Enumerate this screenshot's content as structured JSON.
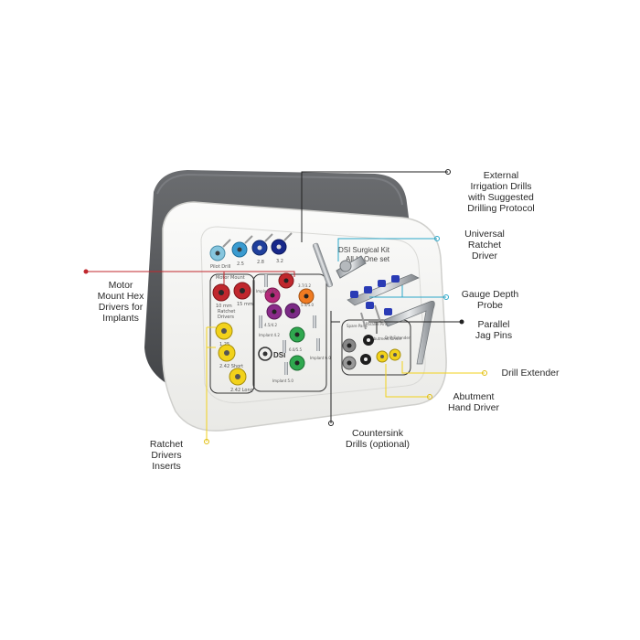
{
  "colors": {
    "red": "#c0272d",
    "black": "#222222",
    "cyan": "#2aa7c9",
    "yellow": "#f2d21b",
    "lid": "#55575a",
    "tray": "#f6f6f4"
  },
  "tray": {
    "kit_name_line1": "DSI Surgical Kit",
    "kit_name_line2": "All In One set",
    "logo_text": "DSI",
    "drill_labels": [
      "Pilot Drill",
      "2.5",
      "2.8",
      "3.2"
    ],
    "motor_mount_heading": "Motor Mount",
    "motor_mount_labels": [
      "10 mm",
      "15 mm"
    ],
    "ratchet_heading_line1": "Ratchet",
    "ratchet_heading_line2": "Drivers",
    "ratchet_labels": [
      "1.25",
      "2.42 Short",
      "2.42 Long"
    ],
    "implant_labels": [
      "Implant 3.5",
      "Implant 4.2",
      "Implant 5.0",
      "Implant 6.0"
    ],
    "protocol_labels": [
      "3.7/3.2",
      "4.5/4.2",
      "5.5/5.0",
      "6.0/5.5"
    ],
    "spare_labels": [
      "Spare Parts",
      "Parallel Pins",
      "Abutment Driver",
      "Drill Extender"
    ]
  },
  "callouts": {
    "external_irrigation": "External\nIrrigation Drills\nwith Suggested\nDrilling Protocol",
    "universal_ratchet": "Universal\nRatchet\nDriver",
    "gauge_depth": "Gauge Depth\nProbe",
    "parallel_jag": "Parallel\nJag Pins",
    "drill_extender": "Drill Extender",
    "abutment_driver": "Abutment\nHand Driver",
    "countersink": "Countersink\nDrills (optional)",
    "motor_mount": "Motor\nMount Hex\nDrivers for\nImplants",
    "ratchet_inserts": "Ratchet\nDrivers\nInserts"
  }
}
